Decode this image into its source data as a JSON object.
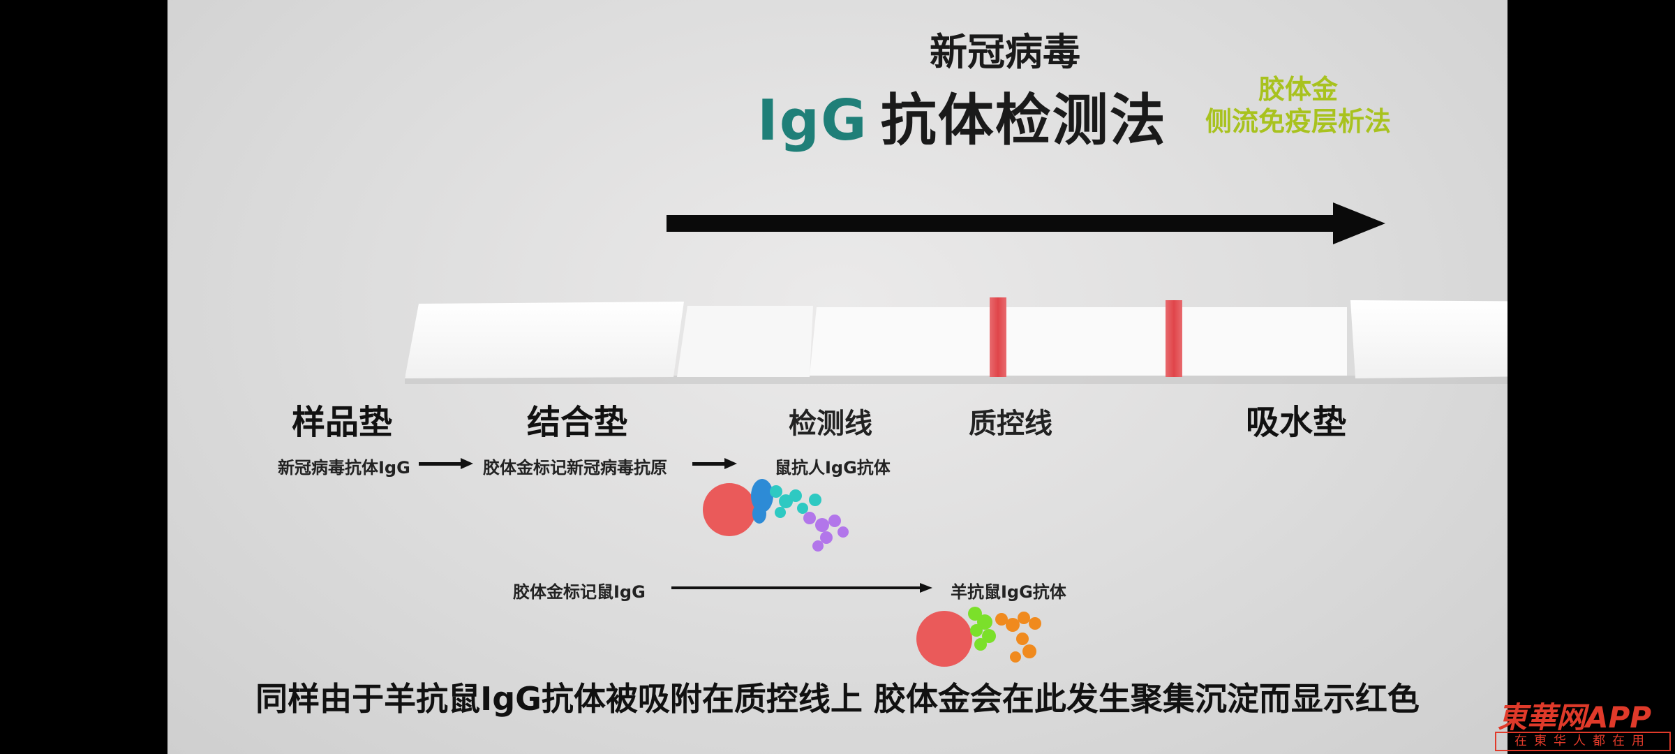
{
  "title": {
    "line1": "新冠病毒",
    "igg": "IgG",
    "line2": "抗体检测法"
  },
  "side_note": {
    "line1": "胶体金",
    "line2": "侧流免疫层析法"
  },
  "strip_labels": {
    "sample_pad": "样品垫",
    "conjugate_pad": "结合垫",
    "test_line": "检测线",
    "control_line": "质控线",
    "absorbent_pad": "吸水垫"
  },
  "flow_test": {
    "step1": "新冠病毒抗体IgG",
    "step2": "胶体金标记新冠病毒抗原",
    "step3": "鼠抗人IgG抗体"
  },
  "flow_control": {
    "step1": "胶体金标记鼠IgG",
    "step2": "羊抗鼠IgG抗体"
  },
  "caption": "同样由于羊抗鼠IgG抗体被吸附在质控线上 胶体金会在此发生聚集沉淀而显示红色",
  "watermark": {
    "main": "東華网APP",
    "sub": "在東华人都在用"
  },
  "colors": {
    "igg_teal": "#1f7f78",
    "side_note_green": "#a8c21e",
    "line_red": "#e0454a",
    "gold_particle": "#ea5a5a",
    "watermark_red": "#e03a2a"
  }
}
